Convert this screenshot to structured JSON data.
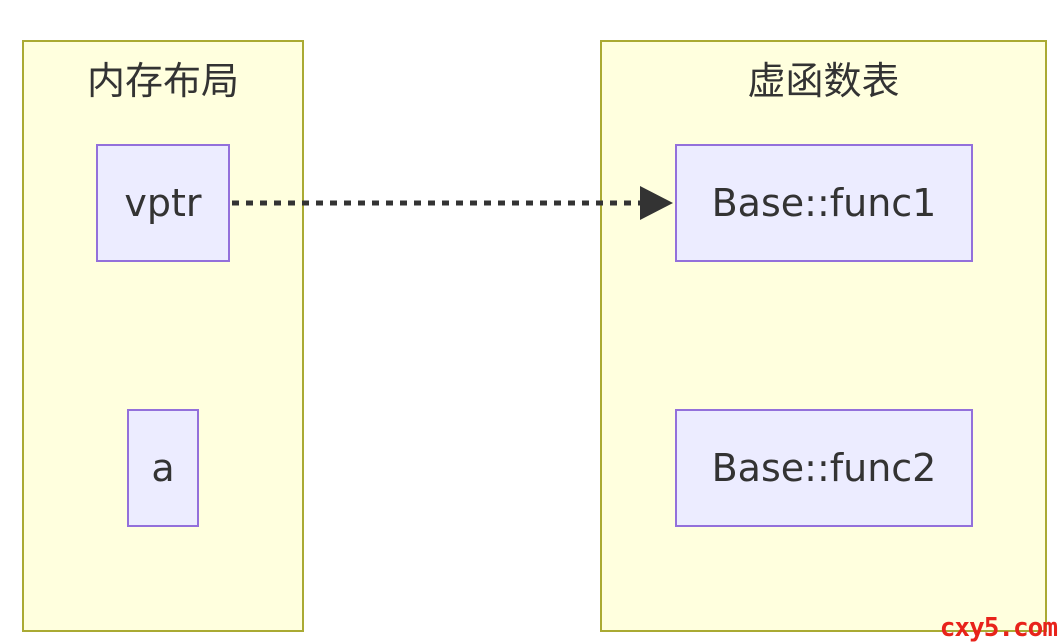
{
  "colors": {
    "cluster_fill": "#ffffde",
    "cluster_border": "#aaaa33",
    "node_fill": "#ececff",
    "node_border": "#9370db",
    "text": "#333333",
    "edge": "#333333",
    "watermark": "#e8231b"
  },
  "clusters": {
    "memory_layout": {
      "title": "内存布局",
      "nodes": {
        "vptr": "vptr",
        "a": "a"
      }
    },
    "vtable": {
      "title": "虚函数表",
      "nodes": {
        "func1": "Base::func1",
        "func2": "Base::func2"
      }
    }
  },
  "edges": [
    {
      "from": "vptr",
      "to": "Base::func1",
      "style": "dotted",
      "arrow": "filled-triangle"
    }
  ],
  "watermark": "cxy5.com"
}
